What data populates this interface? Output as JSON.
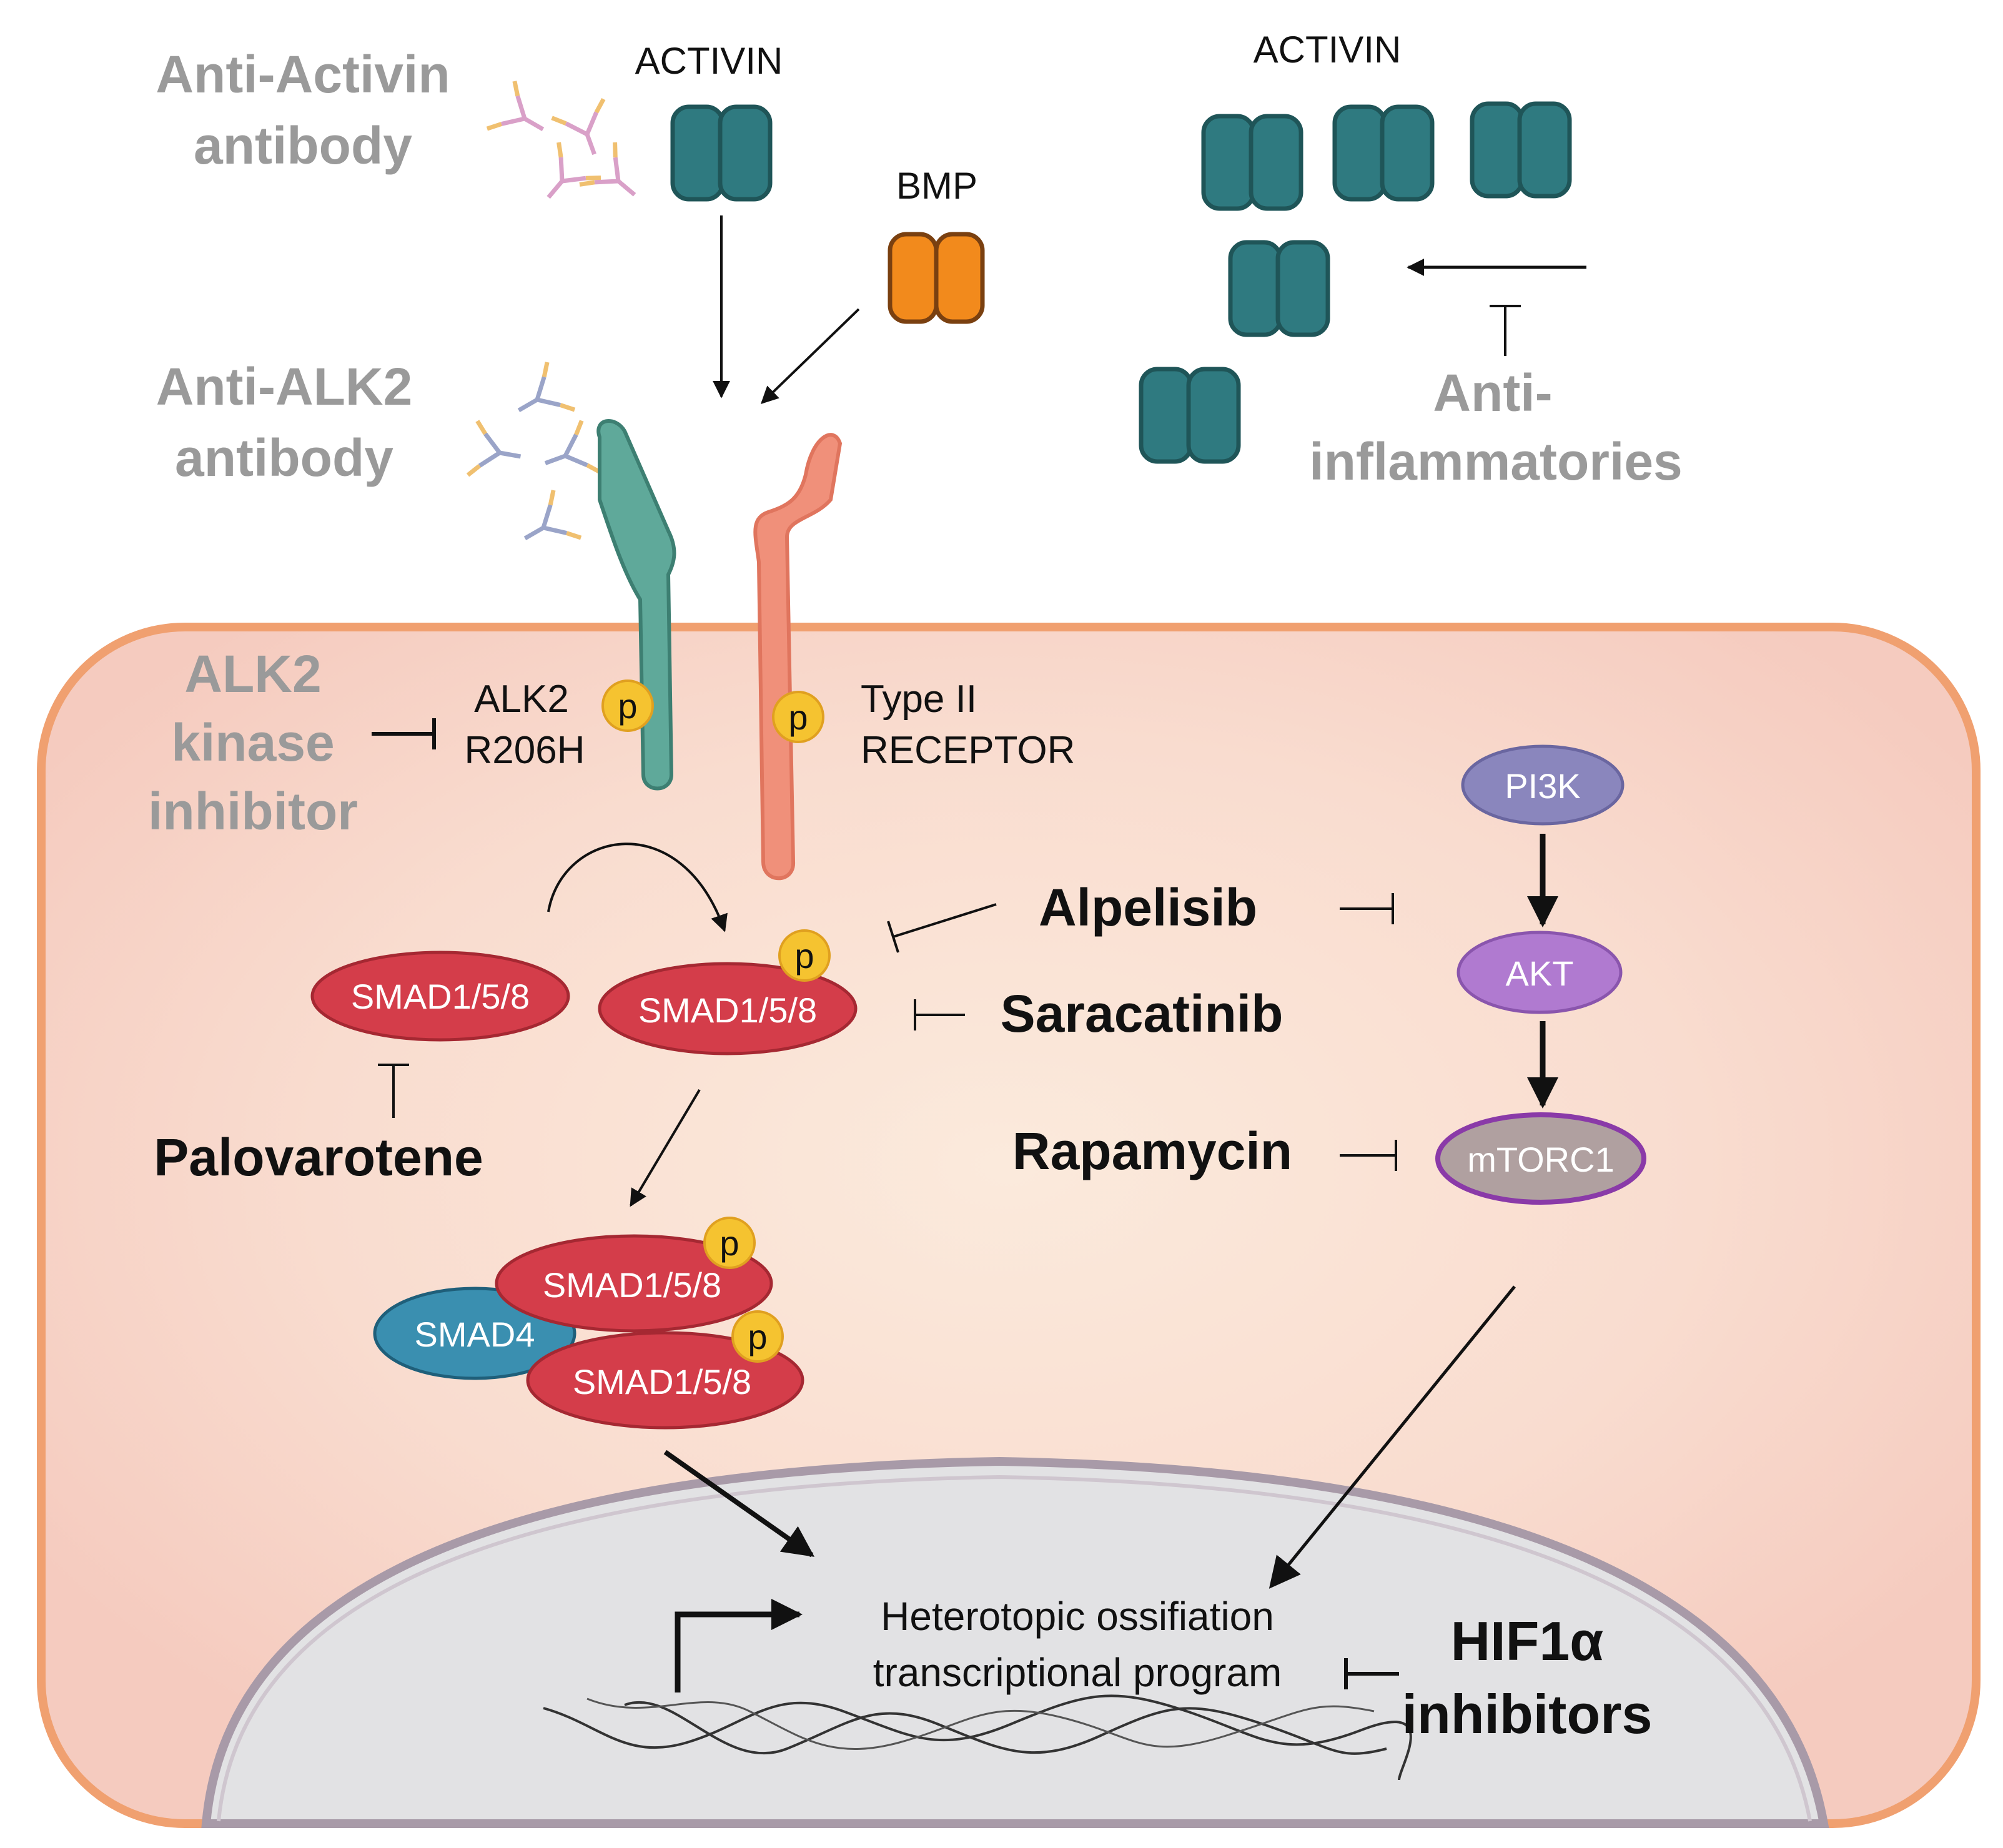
{
  "ligands": {
    "activin_left": "ACTIVIN",
    "activin_right": "ACTIVIN",
    "bmp": "BMP"
  },
  "inhibitors": {
    "anti_activin_line1": "Anti-Activin",
    "anti_activin_line2": "antibody",
    "anti_alk2_line1": "Anti-ALK2",
    "anti_alk2_line2": "antibody",
    "anti_inflammatories_line1": "Anti-",
    "anti_inflammatories_line2": "inflammatories",
    "alk2_kinase_line1": "ALK2",
    "alk2_kinase_line2": "kinase",
    "alk2_kinase_line3": "inhibitor",
    "palovarotene": "Palovarotene",
    "alpelisib": "Alpelisib",
    "saracatinib": "Saracatinib",
    "rapamycin": "Rapamycin",
    "hif1a_line1": "HIF1α",
    "hif1a_line2": "inhibitors"
  },
  "receptors": {
    "alk2_line1": "ALK2",
    "alk2_line2": "R206H",
    "type2_line1": "Type II",
    "type2_line2": "RECEPTOR"
  },
  "phospho_label": "p",
  "smads": {
    "smad158": "SMAD1/5/8",
    "smad4": "SMAD4"
  },
  "pathway": {
    "pi3k": "PI3K",
    "akt": "AKT",
    "mtorc1": "mTORC1"
  },
  "nucleus": {
    "program_line1": "Heterotopic ossifiation",
    "program_line2": "transcriptional program"
  },
  "colors": {
    "activin": "#2f7a80",
    "bmp": "#f28a1c",
    "alk2": "#5fa99a",
    "type2": "#f0907a",
    "cell_fill": "#f7d2c5",
    "cell_border": "#f0a070",
    "smad158": "#d43d4a",
    "smad4": "#3a8fb0",
    "phospho": "#f5c330",
    "pi3k": "#8a86bd",
    "akt": "#b07ad0",
    "mtorc1": "#b0a0a0",
    "nucleus": "#e2e2e4",
    "gray_label": "#9a9a9a"
  }
}
